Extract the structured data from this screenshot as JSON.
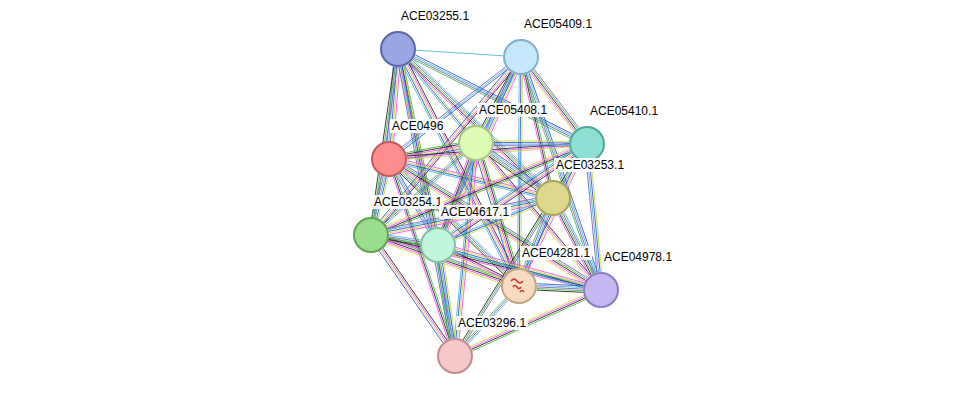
{
  "diagram": {
    "nodes": [
      {
        "text": [
          "ACE03255.1"
        ]
      },
      {
        "text": [
          "ACE05409.1"
        ]
      },
      {
        "text": [
          "ACE0496"
        ]
      },
      {
        "text": [
          "ACE05408.1"
        ]
      },
      {
        "text": [
          "ACE05410.1"
        ]
      },
      {
        "text": [
          "ACE03253.1"
        ]
      },
      {
        "text": [
          "ACE03254.1"
        ]
      },
      {
        "text": [
          "ACE04617.1"
        ]
      },
      {
        "text": [
          "ACE04281.1"
        ]
      },
      {
        "text": [
          "ACE04978.1"
        ]
      },
      {
        "text": [
          "ACE03296.1"
        ]
      }
    ],
    "edges": [
      {
        "from": 0,
        "to": 1,
        "arrow": "none"
      },
      {
        "from": 0,
        "to": 2,
        "arrow": "none"
      },
      {
        "from": 0,
        "to": 3,
        "arrow": "none"
      },
      {
        "from": 0,
        "to": 4,
        "arrow": "none"
      },
      {
        "from": 0,
        "to": 5,
        "arrow": "none"
      },
      {
        "from": 0,
        "to": 6,
        "arrow": "none"
      },
      {
        "from": 0,
        "to": 7,
        "arrow": "none"
      },
      {
        "from": 0,
        "to": 8,
        "arrow": "none"
      },
      {
        "from": 0,
        "to": 10,
        "arrow": "none"
      },
      {
        "from": 1,
        "to": 2,
        "arrow": "none"
      },
      {
        "from": 1,
        "to": 3,
        "arrow": "none"
      },
      {
        "from": 1,
        "to": 4,
        "arrow": "none"
      },
      {
        "from": 1,
        "to": 5,
        "arrow": "none"
      },
      {
        "from": 1,
        "to": 6,
        "arrow": "none"
      },
      {
        "from": 1,
        "to": 7,
        "arrow": "none"
      },
      {
        "from": 1,
        "to": 8,
        "arrow": "none"
      },
      {
        "from": 1,
        "to": 9,
        "arrow": "none"
      },
      {
        "from": 2,
        "to": 3,
        "arrow": "none"
      },
      {
        "from": 2,
        "to": 4,
        "arrow": "none"
      },
      {
        "from": 2,
        "to": 5,
        "arrow": "none"
      },
      {
        "from": 2,
        "to": 6,
        "arrow": "none"
      },
      {
        "from": 2,
        "to": 7,
        "arrow": "none"
      },
      {
        "from": 2,
        "to": 8,
        "arrow": "none"
      },
      {
        "from": 2,
        "to": 9,
        "arrow": "none"
      },
      {
        "from": 2,
        "to": 10,
        "arrow": "none"
      },
      {
        "from": 3,
        "to": 4,
        "arrow": "none"
      },
      {
        "from": 3,
        "to": 5,
        "arrow": "none"
      },
      {
        "from": 3,
        "to": 6,
        "arrow": "none"
      },
      {
        "from": 3,
        "to": 7,
        "arrow": "none"
      },
      {
        "from": 3,
        "to": 8,
        "arrow": "none"
      },
      {
        "from": 3,
        "to": 9,
        "arrow": "none"
      },
      {
        "from": 3,
        "to": 10,
        "arrow": "none"
      },
      {
        "from": 4,
        "to": 5,
        "arrow": "none"
      },
      {
        "from": 4,
        "to": 6,
        "arrow": "none"
      },
      {
        "from": 4,
        "to": 7,
        "arrow": "none"
      },
      {
        "from": 4,
        "to": 8,
        "arrow": "none"
      },
      {
        "from": 4,
        "to": 9,
        "arrow": "none"
      },
      {
        "from": 5,
        "to": 6,
        "arrow": "none"
      },
      {
        "from": 5,
        "to": 7,
        "arrow": "none"
      },
      {
        "from": 5,
        "to": 8,
        "arrow": "none"
      },
      {
        "from": 5,
        "to": 9,
        "arrow": "none"
      },
      {
        "from": 5,
        "to": 10,
        "arrow": "none"
      },
      {
        "from": 6,
        "to": 7,
        "arrow": "none"
      },
      {
        "from": 6,
        "to": 8,
        "arrow": "none"
      },
      {
        "from": 6,
        "to": 9,
        "arrow": "none"
      },
      {
        "from": 6,
        "to": 10,
        "arrow": "none"
      },
      {
        "from": 7,
        "to": 8,
        "arrow": "none"
      },
      {
        "from": 7,
        "to": 9,
        "arrow": "none"
      },
      {
        "from": 7,
        "to": 10,
        "arrow": "none"
      },
      {
        "from": 8,
        "to": 9,
        "arrow": "none"
      },
      {
        "from": 8,
        "to": 10,
        "arrow": "none"
      },
      {
        "from": 9,
        "to": 10,
        "arrow": "none"
      }
    ]
  }
}
